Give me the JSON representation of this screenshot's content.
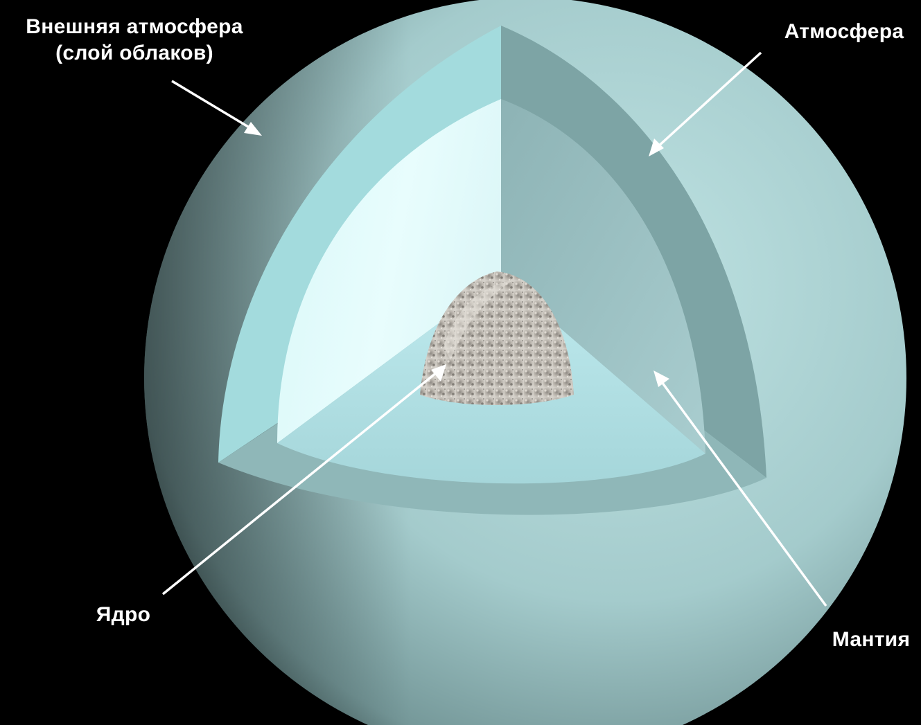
{
  "labels": {
    "outer_atmosphere_line1": "Внешняя атмосфера",
    "outer_atmosphere_line2": "(слой облаков)",
    "atmosphere": "Атмосфера",
    "core": "Ядро",
    "mantle": "Мантия"
  },
  "colors": {
    "background": "#000000",
    "planet_surface": "#a9cfcf",
    "planet_shadow": "#3b5356",
    "outer_layer_cut": "#a7dddf",
    "outer_layer_right_cut": "#7fa6a6",
    "mantle_left_face": "#e3fcfd",
    "mantle_right_face": "#9fc4c6",
    "mantle_bottom_face": "#b7e6ea",
    "core": "#b5b0a8",
    "label_text": "#ffffff",
    "arrow": "#ffffff"
  }
}
